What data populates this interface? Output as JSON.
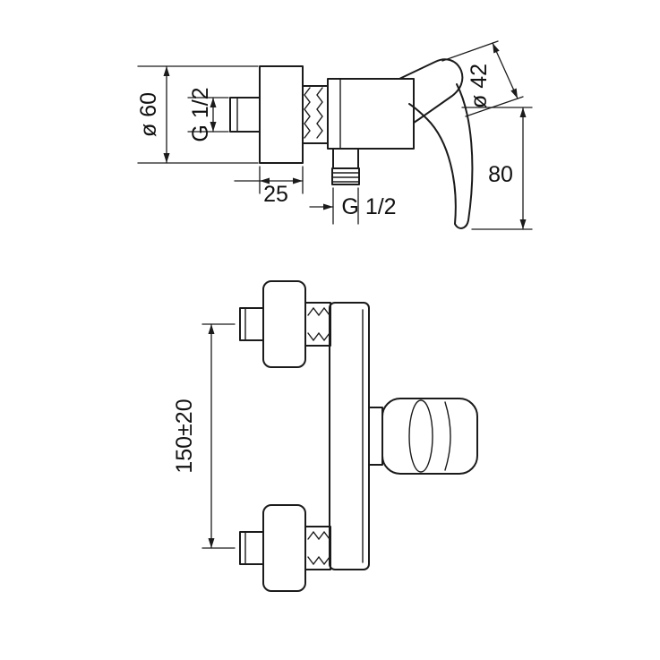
{
  "labels": {
    "flange_diameter": "ø 60",
    "inlet_thread": "G 1/2",
    "flange_depth": "25",
    "outlet_thread": "G 1/2",
    "body_diameter": "ø 42",
    "outlet_height": "80",
    "inlet_spacing": "150±20"
  }
}
